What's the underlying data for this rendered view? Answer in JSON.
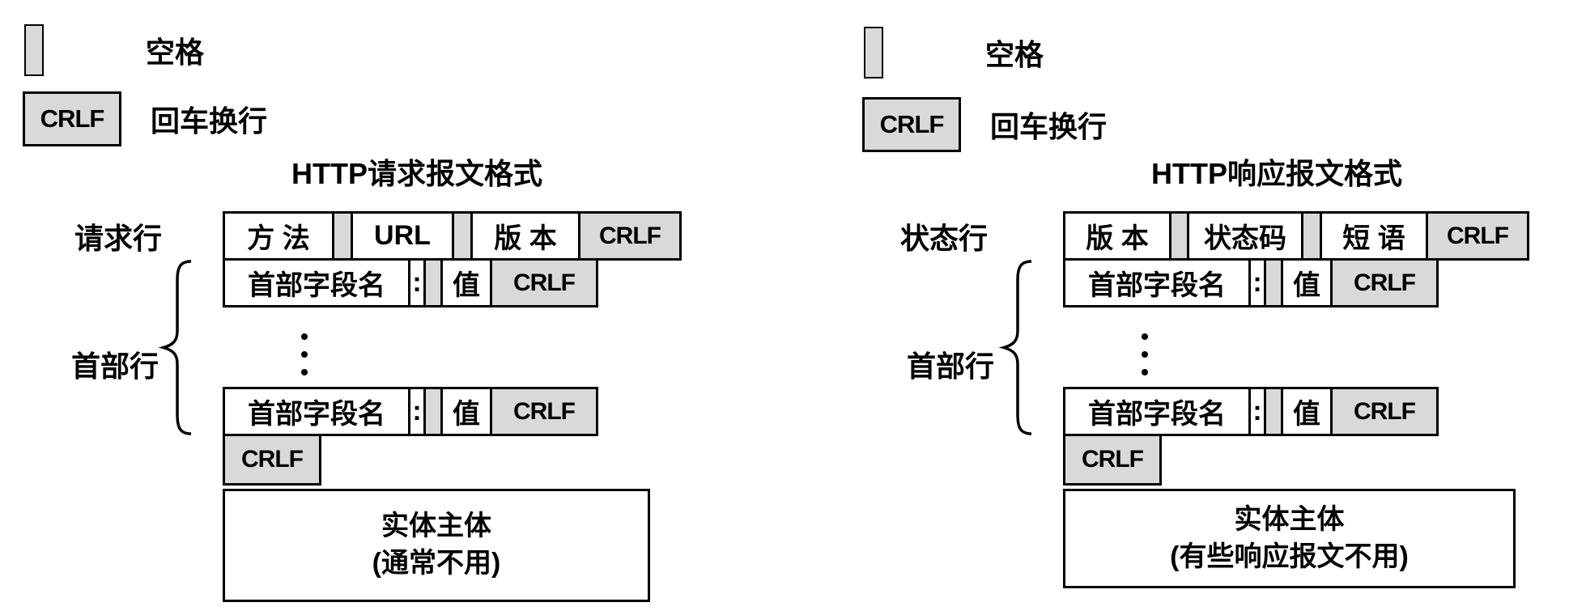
{
  "colors": {
    "box_gray": "#d9d9d9",
    "border": "#000000",
    "background": "#ffffff"
  },
  "panels": [
    {
      "legend": {
        "space_label": "空格",
        "crlf_text": "CRLF",
        "crlf_label": "回车换行"
      },
      "title": "HTTP请求报文格式",
      "start_line": {
        "label": "请求行",
        "cells": {
          "method": "方 法",
          "url": "URL",
          "version": "版 本",
          "crlf": "CRLF"
        }
      },
      "header": {
        "label": "首部行",
        "row": {
          "field_name": "首部字段名",
          "colon": ":",
          "value": "值",
          "crlf": "CRLF"
        },
        "ellipsis": "⋮"
      },
      "blank_line_crlf": "CRLF",
      "entity": {
        "line1": "实体主体",
        "line2": "(通常不用)"
      }
    },
    {
      "legend": {
        "space_label": "空格",
        "crlf_text": "CRLF",
        "crlf_label": "回车换行"
      },
      "title": "HTTP响应报文格式",
      "start_line": {
        "label": "状态行",
        "cells": {
          "version": "版 本",
          "status_code": "状态码",
          "phrase": "短 语",
          "crlf": "CRLF"
        }
      },
      "header": {
        "label": "首部行",
        "row": {
          "field_name": "首部字段名",
          "colon": ":",
          "value": "值",
          "crlf": "CRLF"
        },
        "ellipsis": "⋮"
      },
      "blank_line_crlf": "CRLF",
      "entity": {
        "line1": "实体主体",
        "line2": "(有些响应报文不用)"
      }
    }
  ]
}
